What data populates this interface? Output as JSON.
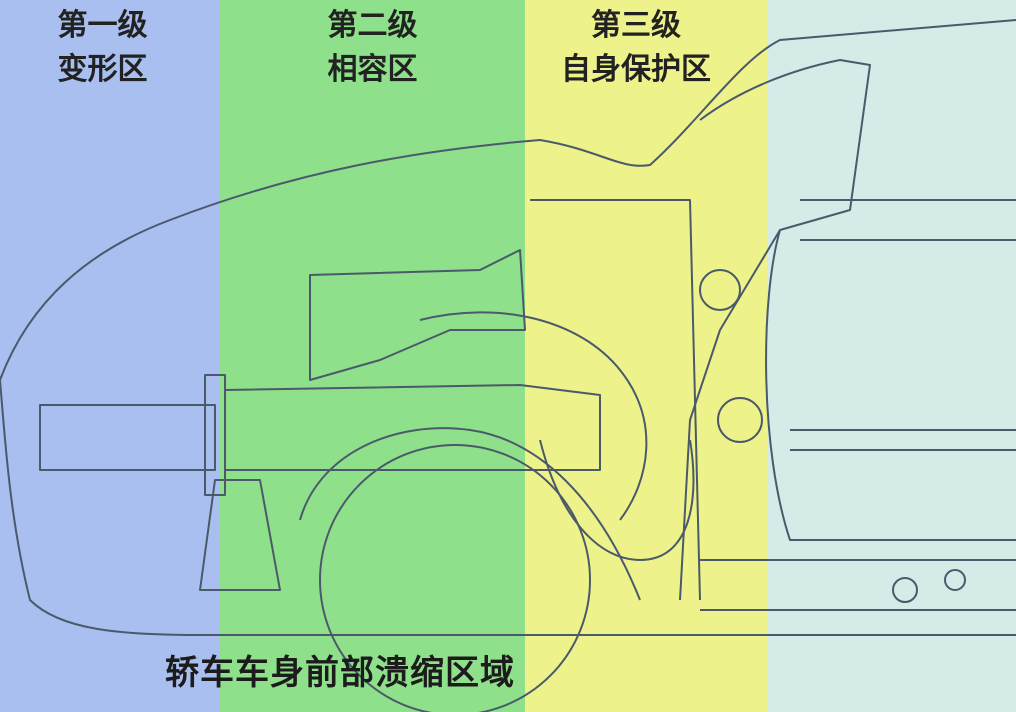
{
  "zones": [
    {
      "line1": "第一级",
      "line2": "变形区",
      "color": "#a9bff0"
    },
    {
      "line1": "第二级",
      "line2": "相容区",
      "color": "#8fe08a"
    },
    {
      "line1": "第三级",
      "line2": "自身保护区",
      "color": "#eef28a"
    },
    {
      "line1": "",
      "line2": "",
      "color": "#d4ebe8"
    }
  ],
  "caption": "轿车车身前部溃缩区域",
  "line_color": "#4a5a6a"
}
